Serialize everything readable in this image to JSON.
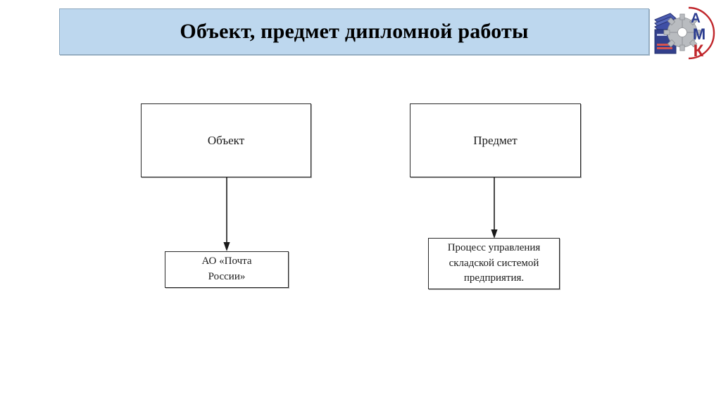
{
  "slide": {
    "title": "Объект, предмет дипломной работы",
    "banner_color": "#bdd7ee",
    "background_color": "#ffffff"
  },
  "logo": {
    "name": "amk-logo",
    "letters": [
      "А",
      "М",
      "К"
    ],
    "letter_colors": [
      "#2a3b8f",
      "#2a3b8f",
      "#c0262b"
    ],
    "arc_color": "#c0262b",
    "gear_color": "#b9bcc0",
    "books_color": "#33408c"
  },
  "diagram": {
    "nodes": [
      {
        "id": "object",
        "label": "Объект",
        "lines": [
          "Объект"
        ]
      },
      {
        "id": "subject",
        "label": "Предмет",
        "lines": [
          "Предмет"
        ]
      },
      {
        "id": "object-detail",
        "label": "АО «Почта России»",
        "lines": [
          "АО «Почта",
          "России»"
        ]
      },
      {
        "id": "subject-detail",
        "label": "Процесс управления складской системой предприятия.",
        "lines": [
          "Процесс управления",
          "складской системой",
          "предприятия."
        ]
      }
    ],
    "connectors": [
      {
        "id": "object-arrow",
        "from": "object",
        "to": "object-detail",
        "direction": "down"
      },
      {
        "id": "subject-arrow",
        "from": "subject",
        "to": "subject-detail",
        "direction": "down"
      }
    ]
  }
}
